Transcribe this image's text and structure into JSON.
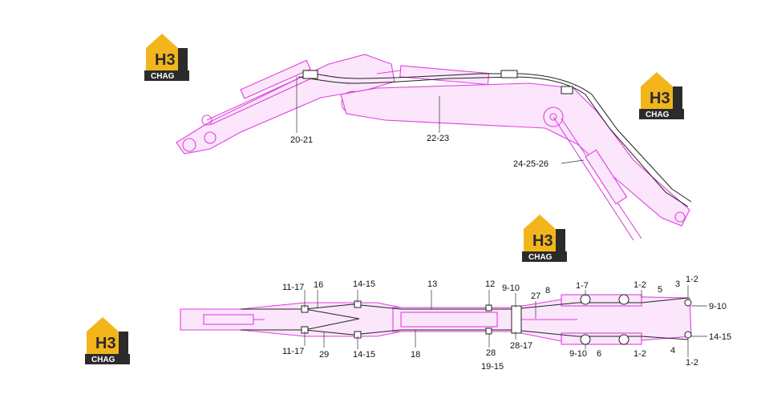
{
  "colors": {
    "outline": "#e040e0",
    "hose": "#222222",
    "logo_gold": "#f2b51c",
    "logo_dark": "#2b2b2b",
    "logo_text": "#ffffff"
  },
  "logo": {
    "mark": "H3",
    "wordmark": "CHAG"
  },
  "side_view_labels": [
    "20-21",
    "22-23",
    "24-25-26"
  ],
  "plan_view_labels": {
    "top": [
      "11-17",
      "16",
      "14-15",
      "13",
      "12",
      "9-10",
      "8",
      "27",
      "1-7",
      "1-2",
      "5",
      "3",
      "1-2"
    ],
    "right": [
      "9-10",
      "14-15"
    ],
    "bottom": [
      "11-17",
      "29",
      "14-15",
      "18",
      "28",
      "19-15",
      "28-17",
      "9-10",
      "6",
      "1-2",
      "4",
      "1-2"
    ]
  }
}
